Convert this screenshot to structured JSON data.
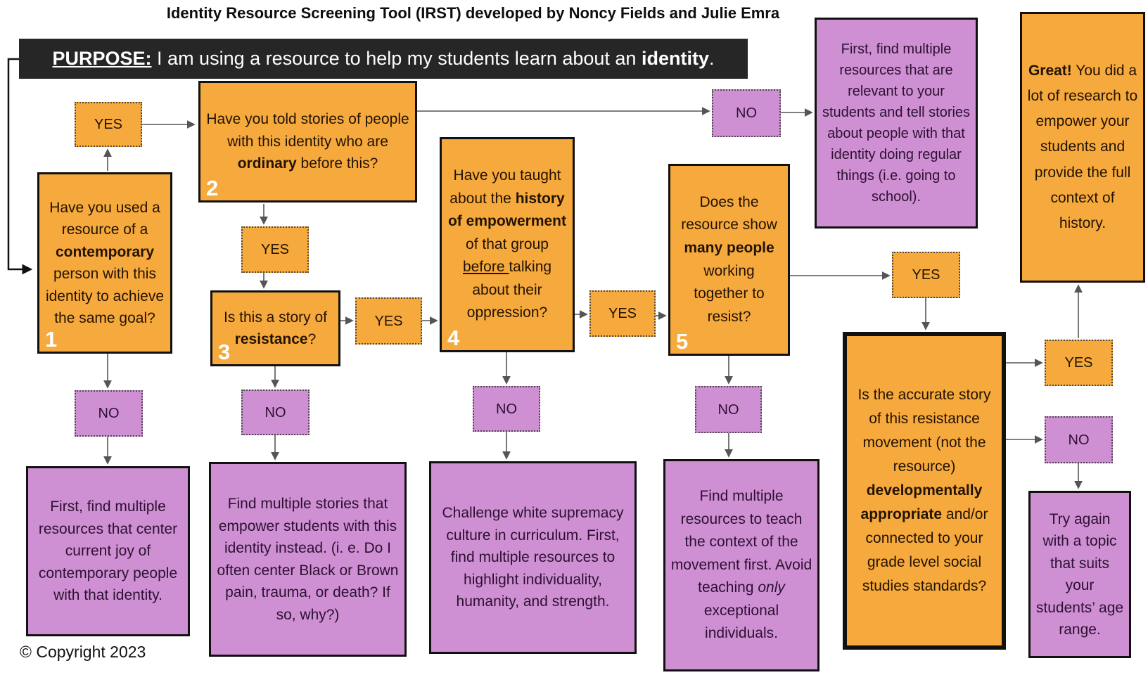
{
  "title": "Identity Resource Screening Tool (IRST) developed by Noncy Fields and Julie Emra",
  "purpose": {
    "segments": [
      {
        "text": "PURPOSE:",
        "bold": true,
        "underline": true
      },
      {
        "text": " I am using a resource to help my students learn about an "
      },
      {
        "text": "identity",
        "bold": true
      },
      {
        "text": "."
      }
    ]
  },
  "labels": {
    "yes": "YES",
    "no": "NO"
  },
  "questions": {
    "q1": {
      "number": "1",
      "segments": [
        {
          "text": "Have you used a resource of a "
        },
        {
          "text": "contemporary",
          "bold": true
        },
        {
          "text": " person with this identity to achieve the same goal?"
        }
      ]
    },
    "q2": {
      "number": "2",
      "segments": [
        {
          "text": "Have you told stories of people with this identity who are "
        },
        {
          "text": "ordinary",
          "bold": true
        },
        {
          "text": " before this?"
        }
      ]
    },
    "q3": {
      "number": "3",
      "segments": [
        {
          "text": "Is this a story of "
        },
        {
          "text": "resistance",
          "bold": true
        },
        {
          "text": "?"
        }
      ]
    },
    "q4": {
      "number": "4",
      "segments": [
        {
          "text": "Have you taught about the "
        },
        {
          "text": "history of empowerment",
          "bold": true
        },
        {
          "text": " of that group "
        },
        {
          "text": "before ",
          "underline": true
        },
        {
          "text": "talking about their oppression?"
        }
      ]
    },
    "q5": {
      "number": "5",
      "segments": [
        {
          "text": "Does the resource show "
        },
        {
          "text": "many people",
          "bold": true
        },
        {
          "text": " working together to resist?"
        }
      ]
    },
    "q6": {
      "segments": [
        {
          "text": "Is the accurate story of this resistance movement (not the resource) "
        },
        {
          "text": "developmentally appropriate",
          "bold": true
        },
        {
          "text": " and/or connected to your grade level social studies standards?"
        }
      ]
    }
  },
  "outcomes": {
    "current_joy": {
      "segments": [
        {
          "text": "First, find multiple resources that center current joy of contemporary people with that identity."
        }
      ]
    },
    "empowering_stories": {
      "segments": [
        {
          "text": "Find multiple stories that empower students with this identity instead. (i. e. Do I often center Black or Brown pain, trauma, or death? If so, why?)"
        }
      ]
    },
    "challenge_culture": {
      "segments": [
        {
          "text": "Challenge white supremacy culture in curriculum. First, find multiple resources to highlight individuality, humanity, and strength."
        }
      ]
    },
    "movement_context": {
      "segments": [
        {
          "text": "Find multiple resources to teach the context of the movement first. Avoid teaching "
        },
        {
          "text": "only",
          "italic": true
        },
        {
          "text": " exceptional individuals."
        }
      ]
    },
    "regular_things": {
      "segments": [
        {
          "text": "First, find multiple resources that are relevant to your students and tell stories about people with that identity doing regular things (i.e. going to school)."
        }
      ]
    },
    "great": {
      "segments": [
        {
          "text": "Great!",
          "bold": true
        },
        {
          "text": " You did a lot of research to empower your students and provide the full context of history."
        }
      ]
    },
    "try_again": {
      "segments": [
        {
          "text": "Try again with a topic that suits your students’ age range."
        }
      ]
    }
  },
  "copyright": "© Copyright 2023",
  "colors": {
    "orange": "#F6A93C",
    "purple": "#CE90D2",
    "bar": "#262626",
    "arrow": "#555555",
    "black": "#111111"
  }
}
